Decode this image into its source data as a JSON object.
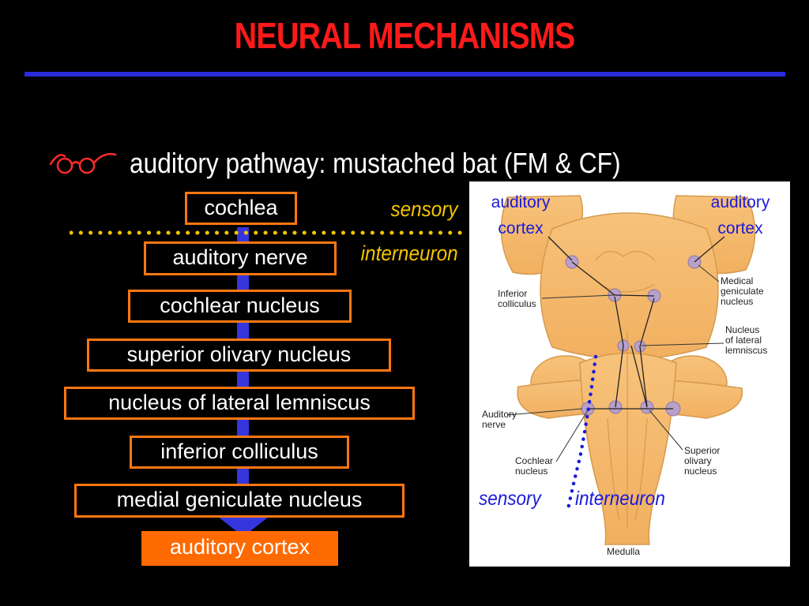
{
  "slide": {
    "title": "NEURAL MECHANISMS",
    "bullet_text": "auditory pathway: mustached bat (FM & CF)"
  },
  "pathway": {
    "stages": [
      "cochlea",
      "auditory nerve",
      "cochlear nucleus",
      "superior olivary nucleus",
      "nucleus of lateral lemniscus",
      "inferior colliculus",
      "medial geniculate nucleus",
      "auditory cortex"
    ],
    "label_sensory": "sensory",
    "label_interneuron": "interneuron"
  },
  "figure": {
    "labels": {
      "auditory_cortex_left": "auditory\ncortex",
      "auditory_cortex_right": "auditory\ncortex",
      "inferior_colliculus": "Inferior\ncolliculus",
      "medial_geniculate": "Medical\ngeniculate\nnucleus",
      "lateral_lemniscus": "Nucleus\nof lateral\nlemniscus",
      "auditory_nerve": "Auditory\nnerve",
      "cochlear_nucleus": "Cochlear\nnucleus",
      "superior_olivary": "Superior\nolivary\nnucleus",
      "medulla": "Medulla",
      "sensory": "sensory",
      "interneuron": "interneuron"
    }
  },
  "colors": {
    "title": "#ff1a1a",
    "rule": "#2b2bd9",
    "box_border": "#ff7711",
    "final_box": "#ff6a00",
    "side_labels": "#f5c400",
    "figure_labels": "#1a1ad9"
  }
}
